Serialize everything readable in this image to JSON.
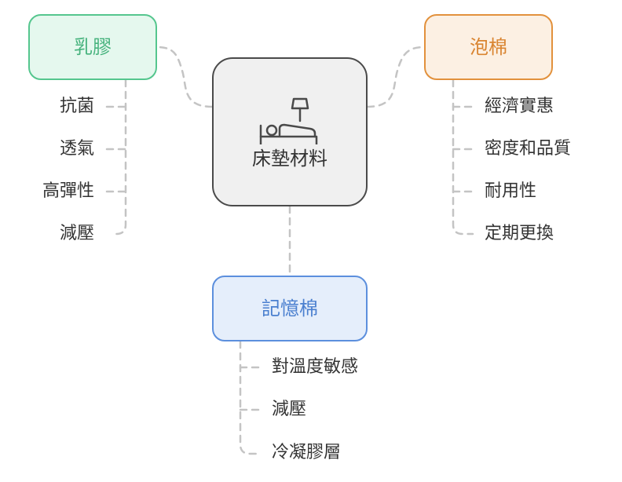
{
  "center": {
    "label": "床墊材料",
    "icon": "bed-with-lamp-icon"
  },
  "branches": {
    "latex": {
      "label": "乳膠",
      "color": "#55c68e",
      "items": [
        "抗菌",
        "透氣",
        "高彈性",
        "減壓"
      ]
    },
    "foam": {
      "label": "泡棉",
      "color": "#e2913c",
      "items": [
        "經濟實惠",
        "密度和品質",
        "耐用性",
        "定期更換"
      ]
    },
    "memory_foam": {
      "label": "記憶棉",
      "color": "#5c8fdd",
      "items": [
        "對溫度敏感",
        "減壓",
        "冷凝膠層"
      ]
    }
  }
}
